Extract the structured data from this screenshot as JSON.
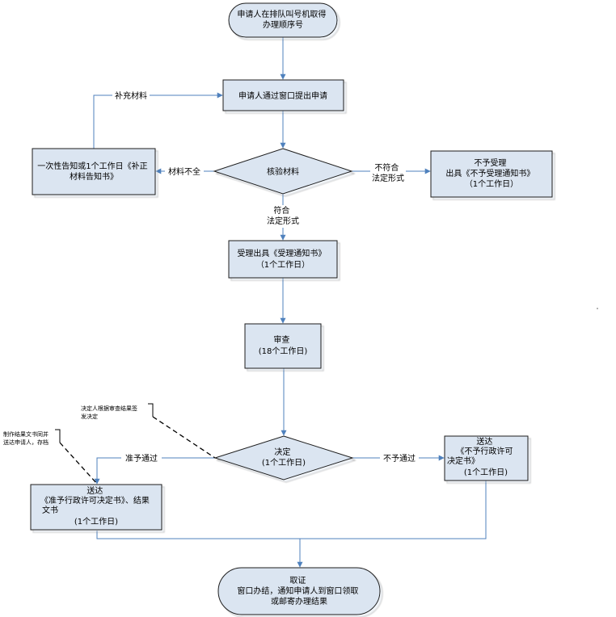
{
  "nodes": {
    "start": [
      "申请人在排队叫号机取得",
      "办理顺序号"
    ],
    "apply": [
      "申请人通过窗口提出申请"
    ],
    "check": [
      "核验材料"
    ],
    "supplement": [
      "一次性告知或1个工作日《补正",
      "材料告知书》"
    ],
    "reject_accept": [
      "不予受理",
      "出具《不予受理通知书》",
      "（1个工作日）"
    ],
    "accept": [
      "受理出具《受理通知书》",
      "（1个工作日）"
    ],
    "review": [
      "审查",
      "(18个工作日)"
    ],
    "decide": [
      "决定",
      "(1个工作日)"
    ],
    "grant": [
      "送达",
      "《准予行政许可决定书》、结果",
      "文书",
      "(1个工作日)"
    ],
    "deny": [
      "送达",
      "《不予行政许可",
      "决定书》",
      "(1个工作日)"
    ],
    "finish": [
      "取证",
      "窗口办结，通知申请人到窗口领取",
      "或邮寄办理结果"
    ]
  },
  "edge_labels": {
    "supplement_materials": "补充材料",
    "materials_incomplete": "材料不全",
    "not_compliant": [
      "不符合",
      "法定形式"
    ],
    "compliant": [
      "符合",
      "法定形式"
    ],
    "approved": "准予通过",
    "not_approved": "不予通过"
  },
  "annotations": {
    "decider": [
      "决定人根据审查结果签",
      "发决定"
    ],
    "producer": [
      "制作结果文书同并",
      "送达申请人，存档"
    ]
  }
}
